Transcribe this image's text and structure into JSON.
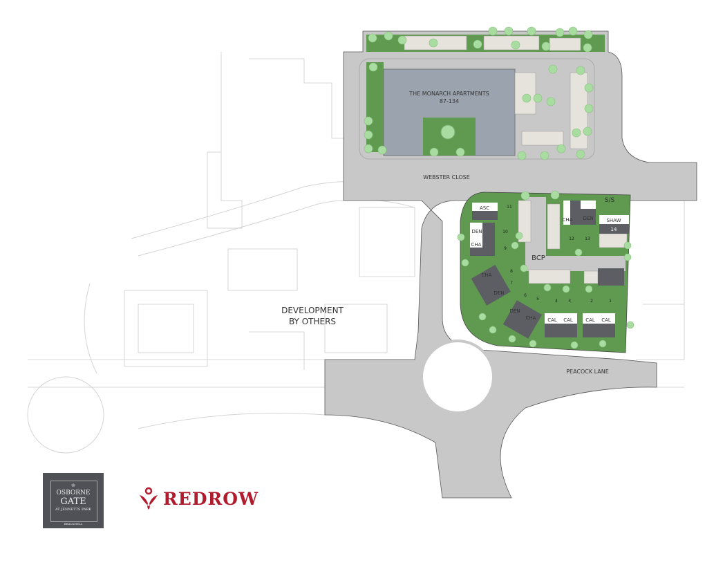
{
  "map": {
    "apartments": {
      "name": "THE MONARCH APARTMENTS",
      "range": "87-134"
    },
    "roads": {
      "webster_close": "WEBSTER CLOSE",
      "peacock_lane": "PEACOCK LANE"
    },
    "development_by_others": {
      "line1": "DEVELOPMENT",
      "line2": "BY OTHERS"
    },
    "bcp": "BCP",
    "substation": "S/S",
    "house_types": {
      "asc": "ASC",
      "den_1": "DEN",
      "cha_1": "CHA",
      "cha_2": "CHA",
      "den_2": "DEN",
      "den_3": "DEN",
      "cha_3": "CHA",
      "cal_1": "CAL",
      "cal_2": "CAL",
      "cal_3": "CAL",
      "cal_4": "CAL",
      "cha_4": "CHA",
      "den_4": "DEN",
      "shaw": "SHAW"
    },
    "plots": [
      "1",
      "2",
      "3",
      "4",
      "5",
      "6",
      "7",
      "8",
      "9",
      "10",
      "11",
      "12",
      "13",
      "14"
    ],
    "colors": {
      "road": "#c8c8c8",
      "green": "#5f9a50",
      "tree": "#a9dca0",
      "apartment": "#9aa3ae",
      "house_roof": "#5c5e63"
    }
  },
  "logos": {
    "osborne": {
      "line1": "OSBORNE",
      "line2": "GATE",
      "line3": "AT JENNETTS PARK",
      "line4": "BRACKNELL"
    },
    "redrow": "REDROW"
  }
}
